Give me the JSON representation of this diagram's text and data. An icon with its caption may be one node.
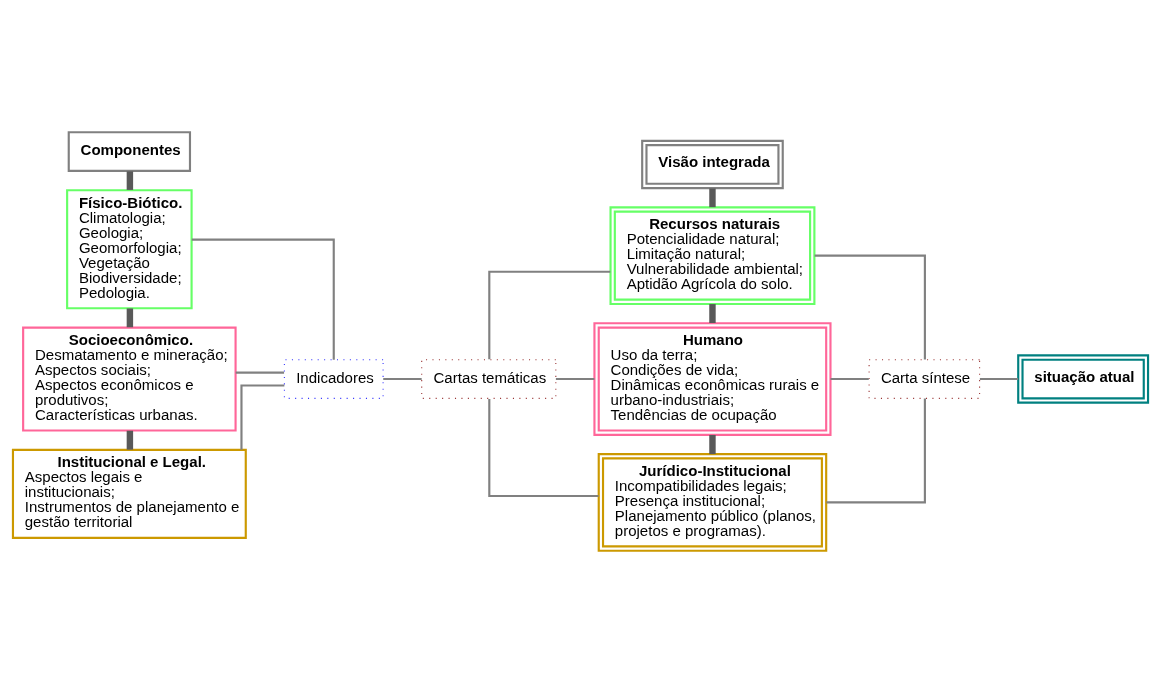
{
  "diagram": {
    "nodes": [
      {
        "text": [
          "Componentes"
        ]
      },
      {
        "text": [
          "Físico-Biótico.",
          "Climatologia;",
          "Geologia;",
          "Geomorfologia;",
          "Vegetação",
          "Biodiversidade;",
          "Pedologia."
        ]
      },
      {
        "text": [
          "Socioeconômico.",
          "Desmatamento e mineração;",
          "Aspectos sociais;",
          "Aspectos econômicos e produtivos;",
          "Características urbanas."
        ]
      },
      {
        "text": [
          "Institucional e Legal.",
          "Aspectos legais e institucionais;",
          "Instrumentos de planejamento e gestão territorial"
        ]
      },
      {
        "text": [
          "Indicadores"
        ]
      },
      {
        "text": [
          "Cartas temáticas"
        ]
      },
      {
        "text": [
          "Visão integrada"
        ]
      },
      {
        "text": [
          "Recursos naturais",
          "Potencialidade natural;",
          "Limitação natural;",
          "Vulnerabilidade ambiental;",
          "Aptidão Agrícola do solo."
        ]
      },
      {
        "text": [
          "Humano",
          "Uso da terra;",
          "Condições de vida;",
          "Dinâmicas econômicas rurais e urbano-industriais;",
          "Tendências de ocupação"
        ]
      },
      {
        "text": [
          "Jurídico-Institucional",
          "Incompatibilidades legais;",
          "Presença institucional;",
          "Planejamento público (planos, projetos e programas)."
        ]
      },
      {
        "text": [
          "Carta síntese"
        ]
      },
      {
        "text": [
          "situação atual"
        ]
      }
    ],
    "edges": [
      {
        "from": 0,
        "to": 1,
        "arrow": "none",
        "style": "thick",
        "color": "#595959"
      },
      {
        "from": 1,
        "to": 2,
        "arrow": "none",
        "style": "thick",
        "color": "#595959"
      },
      {
        "from": 2,
        "to": 3,
        "arrow": "none",
        "style": "thick",
        "color": "#595959"
      },
      {
        "from": 1,
        "to": 4,
        "arrow": "none"
      },
      {
        "from": 2,
        "to": 4,
        "arrow": "none"
      },
      {
        "from": 3,
        "to": 4,
        "arrow": "none"
      },
      {
        "from": 4,
        "to": 5,
        "arrow": "none"
      },
      {
        "from": 5,
        "to": 7,
        "arrow": "none"
      },
      {
        "from": 5,
        "to": 8,
        "arrow": "none"
      },
      {
        "from": 5,
        "to": 9,
        "arrow": "none"
      },
      {
        "from": 6,
        "to": 7,
        "arrow": "none",
        "style": "thick",
        "color": "#595959"
      },
      {
        "from": 7,
        "to": 8,
        "arrow": "none",
        "style": "thick",
        "color": "#595959"
      },
      {
        "from": 8,
        "to": 9,
        "arrow": "none",
        "style": "thick",
        "color": "#595959"
      },
      {
        "from": 7,
        "to": 10,
        "arrow": "none"
      },
      {
        "from": 8,
        "to": 10,
        "arrow": "none"
      },
      {
        "from": 9,
        "to": 10,
        "arrow": "none"
      },
      {
        "from": 10,
        "to": 11,
        "arrow": "none"
      }
    ]
  }
}
